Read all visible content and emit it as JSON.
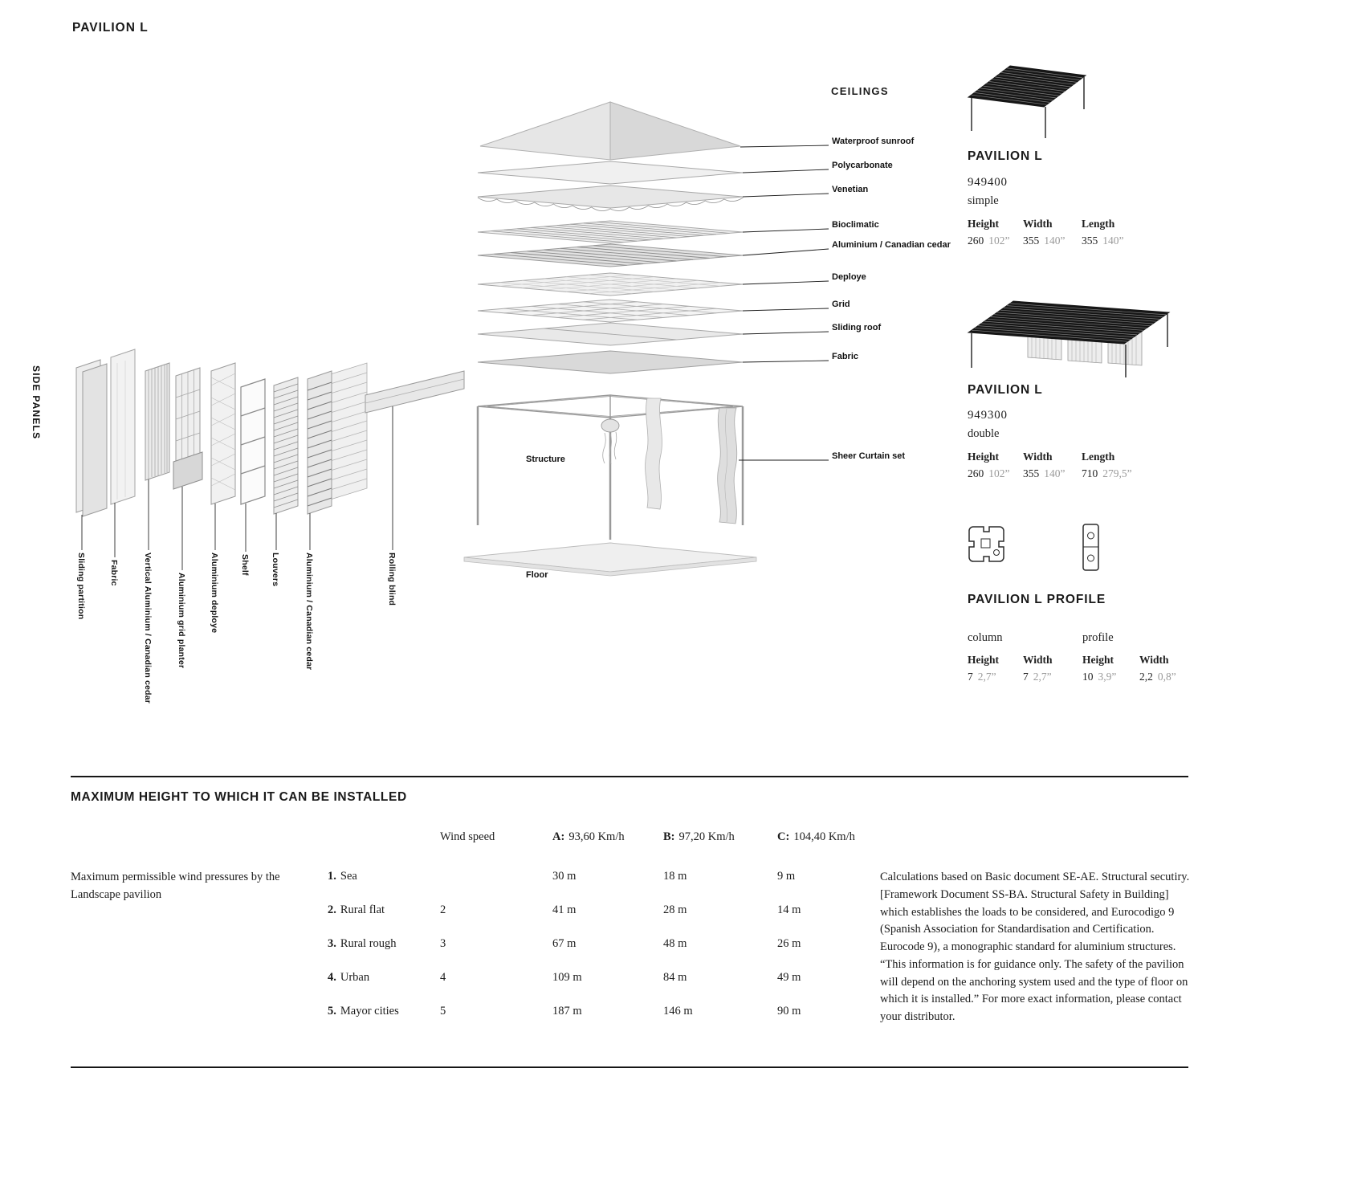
{
  "page": {
    "title": "PAVILION L"
  },
  "side_panels": {
    "section_label": "SIDE PANELS",
    "items": [
      "Sliding partition",
      "Fabric",
      "Vertical Aluminium / Canadian cedar",
      "Aluminium grid planter",
      "Aluminium deploye",
      "Shelf",
      "Louvers",
      "Aluminium / Canadian cedar",
      "Rolling blind"
    ]
  },
  "ceilings": {
    "section_label": "CEILINGS",
    "layers": [
      "Waterproof sunroof",
      "Polycarbonate",
      "Venetian",
      "Bioclimatic",
      "Aluminium / Canadian cedar",
      "Deploye",
      "Grid",
      "Sliding roof",
      "Fabric"
    ],
    "curtain_label": "Sheer Curtain set",
    "structure_label": "Structure",
    "floor_label": "Floor"
  },
  "products": [
    {
      "name": "PAVILION L",
      "code": "949400",
      "variant": "simple",
      "dims": [
        {
          "label": "Height",
          "value": "260",
          "inches": "102”"
        },
        {
          "label": "Width",
          "value": "355",
          "inches": "140”"
        },
        {
          "label": "Length",
          "value": "355",
          "inches": "140”"
        }
      ]
    },
    {
      "name": "PAVILION L",
      "code": "949300",
      "variant": "double",
      "dims": [
        {
          "label": "Height",
          "value": "260",
          "inches": "102”"
        },
        {
          "label": "Width",
          "value": "355",
          "inches": "140”"
        },
        {
          "label": "Length",
          "value": "710",
          "inches": "279,5”"
        }
      ]
    }
  ],
  "profile": {
    "title": "PAVILION L PROFILE",
    "groups": [
      {
        "name": "column",
        "dims": [
          {
            "label": "Height",
            "value": "7",
            "inches": "2,7”"
          },
          {
            "label": "Width",
            "value": "7",
            "inches": "2,7”"
          }
        ]
      },
      {
        "name": "profile",
        "dims": [
          {
            "label": "Height",
            "value": "10",
            "inches": "3,9”"
          },
          {
            "label": "Width",
            "value": "2,2",
            "inches": "0,8”"
          }
        ]
      }
    ]
  },
  "installation": {
    "title": "MAXIMUM HEIGHT TO WHICH IT CAN BE INSTALLED",
    "note": "Maximum permissible wind pressures by the Landscape pavilion",
    "columns": {
      "wind": "Wind speed",
      "a_key": "A:",
      "a_value": "93,60 Km/h",
      "b_key": "B:",
      "b_value": "97,20 Km/h",
      "c_key": "C:",
      "c_value": "104,40 Km/h"
    },
    "rows": [
      {
        "num": "1.",
        "terrain": "Sea",
        "wind": "",
        "a": "30 m",
        "b": "18 m",
        "c": "9 m"
      },
      {
        "num": "2.",
        "terrain": "Rural flat",
        "wind": "2",
        "a": "41 m",
        "b": "28 m",
        "c": "14 m"
      },
      {
        "num": "3.",
        "terrain": "Rural rough",
        "wind": "3",
        "a": "67 m",
        "b": "48 m",
        "c": "26 m"
      },
      {
        "num": "4.",
        "terrain": "Urban",
        "wind": "4",
        "a": "109 m",
        "b": "84 m",
        "c": "49 m"
      },
      {
        "num": "5.",
        "terrain": "Mayor cities",
        "wind": "5",
        "a": "187 m",
        "b": "146 m",
        "c": "90 m"
      }
    ],
    "disclaimer": "Calculations based on Basic document SE-AE. Structural secutiry. [Framework Document SS-BA. Structural Safety in Building] which establishes the loads to be considered, and Eurocodigo 9 (Spanish Association for Standardisation and Certification. Eurocode 9), a monographic standard for aluminium structures. “This information is for guidance only. The safety of the pavilion will depend on the anchoring system used and the type of floor on which it is installed.” For more exact information, please contact your distributor."
  }
}
